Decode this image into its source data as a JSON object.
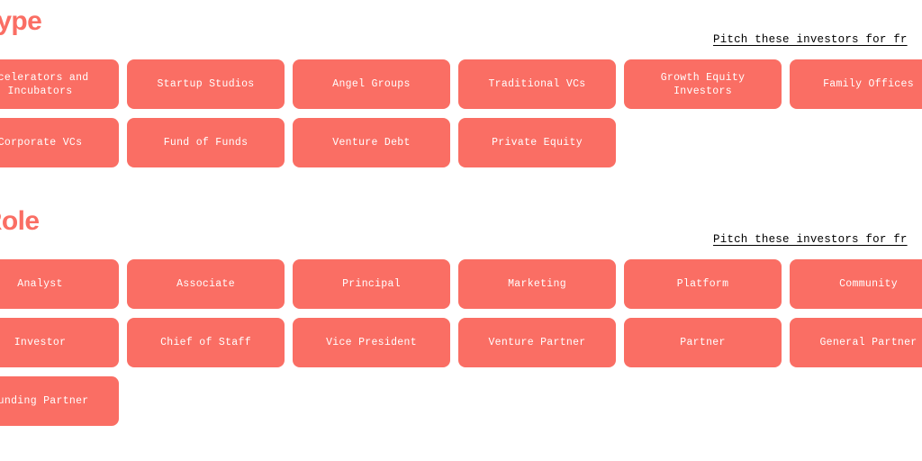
{
  "theme": {
    "chip_color": "#fa6e64",
    "heading_color": "#fa6e64",
    "link_color": "#000000",
    "background": "#ffffff",
    "chip_text_color": "#ffffff"
  },
  "sections": [
    {
      "id": "by-type",
      "title": "y Type",
      "link_label": "Pitch these investors for fr",
      "chips": [
        "ccelerators and\nIncubators",
        "Startup Studios",
        "Angel Groups",
        "Traditional VCs",
        "Growth Equity\nInvestors",
        "Family Offices",
        "Corporate VCs",
        "Fund of Funds",
        "Venture Debt",
        "Private Equity"
      ]
    },
    {
      "id": "by-role",
      "title": "y Role",
      "link_label": "Pitch these investors for fr",
      "chips": [
        "Analyst",
        "Associate",
        "Principal",
        "Marketing",
        "Platform",
        "Community",
        "Investor",
        "Chief of Staff",
        "Vice President",
        "Venture Partner",
        "Partner",
        "General Partner",
        "ounding Partner"
      ]
    }
  ]
}
